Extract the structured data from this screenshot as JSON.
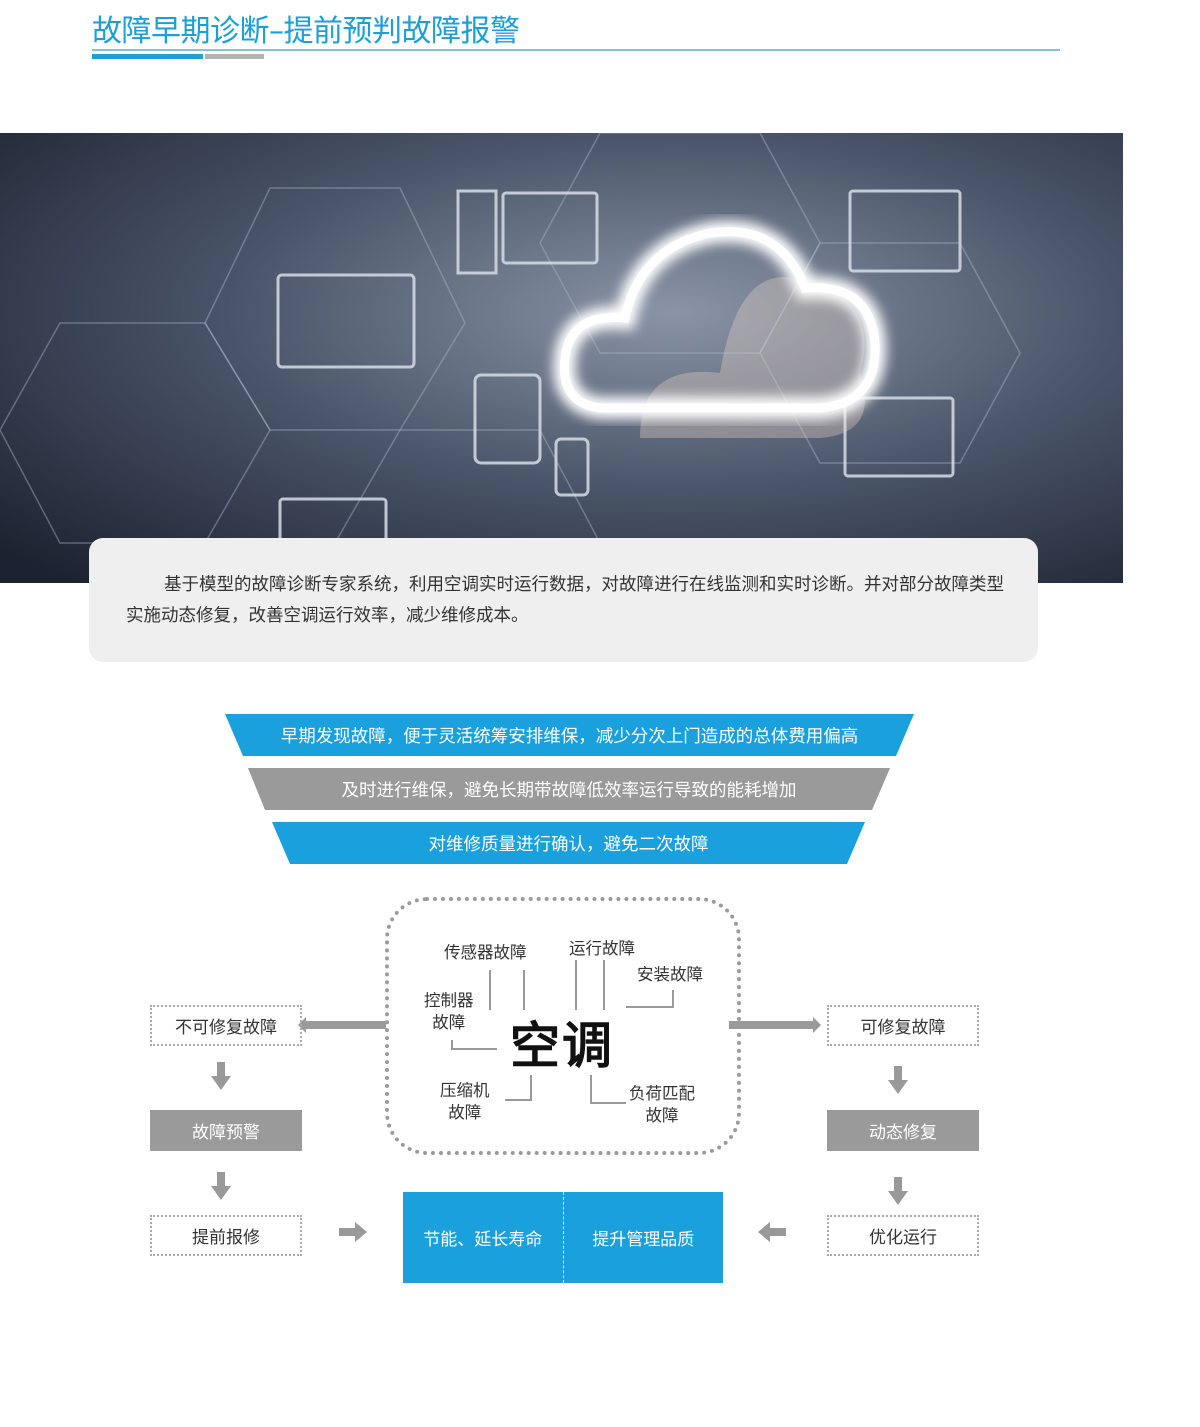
{
  "header": {
    "title": "故障早期诊断–提前预判故障报警"
  },
  "description": "基于模型的故障诊断专家系统，利用空调实时运行数据，对故障进行在线监测和实时诊断。并对部分故障类型实施动态修复，改善空调运行效率，减少维修成本。",
  "benefits": [
    "早期发现故障，便于灵活统筹安排维保，减少分次上门造成的总体费用偏高",
    "及时进行维保，避免长期带故障低效率运行导致的能耗增加",
    "对维修质量进行确认，避免二次故障"
  ],
  "diagram": {
    "core": "空调",
    "faults": {
      "sensor": "传感器故障",
      "operation": "运行故障",
      "install": "安装故障",
      "controller_1": "控制器",
      "controller_2": "故障",
      "compressor_1": "压缩机",
      "compressor_2": "故障",
      "load_1": "负荷匹配",
      "load_2": "故障"
    },
    "left": [
      "不可修复故障",
      "故障预警",
      "提前报修"
    ],
    "right": [
      "可修复故障",
      "动态修复",
      "优化运行"
    ],
    "goals": [
      "节能、延长寿命",
      "提升管理品质"
    ]
  },
  "colors": {
    "accent": "#1aa0dc",
    "gray": "#9a9a9a"
  }
}
